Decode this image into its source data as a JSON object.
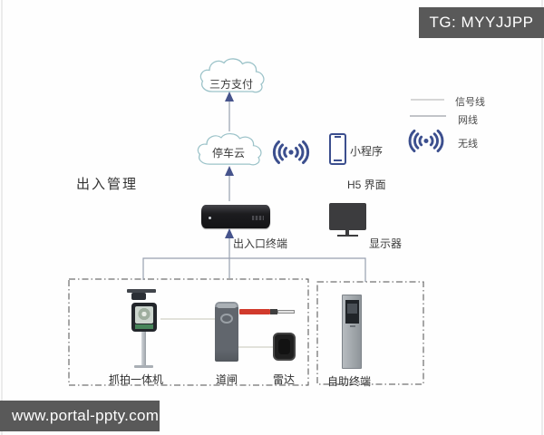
{
  "watermark": {
    "tg_badge": "TG: MYYJJPP",
    "site_badge": "www.portal-ppty.com"
  },
  "section_title": "出入管理",
  "nodes": {
    "payment_cloud": "三方支付",
    "parking_cloud": "停车云",
    "mini_program": "小程序",
    "h5_interface": "H5 界面",
    "terminal": "出入口终端",
    "monitor": "显示器",
    "capture_camera": "抓拍一体机",
    "barrier_gate": "道闸",
    "radar": "雷达",
    "self_service_kiosk": "自助终端"
  },
  "legend": {
    "signal_line": "信号线",
    "network_line": "网线",
    "wireless": "无线"
  },
  "colors": {
    "accent_blue": "#3c4f8e",
    "cloud_stroke": "#9cc3c9",
    "connector_gray": "#98a0b0",
    "arrowhead_blue": "#46548c",
    "signal_line_gray": "#c9c9c9",
    "network_line_gray": "#aeb0b6",
    "device_link_gray": "#d2d2c6",
    "badge_bg": "#595959",
    "barrier_arm_red": "#d13a2c"
  }
}
